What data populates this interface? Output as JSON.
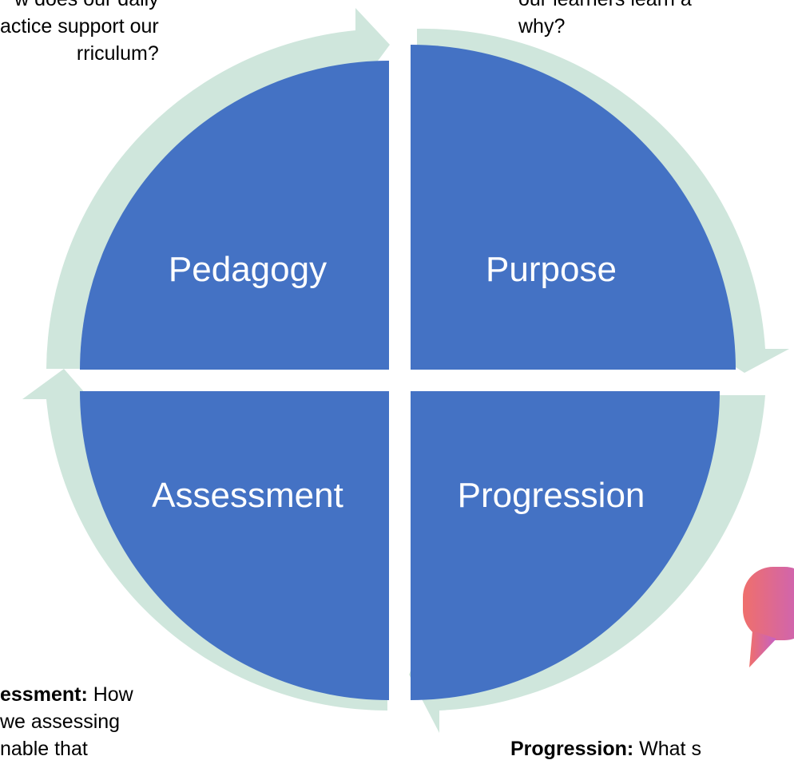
{
  "colors": {
    "quadrant_fill": "#4472C4",
    "cycle_arrow": "#CFE6DC",
    "quadrant_text": "#FFFFFF",
    "speech_icon_start": "#EF6F6C",
    "speech_icon_end": "#C561C5"
  },
  "quadrants": [
    {
      "key": "pedagogy",
      "label": "Pedagogy"
    },
    {
      "key": "purpose",
      "label": "Purpose"
    },
    {
      "key": "assessment",
      "label": "Assessment"
    },
    {
      "key": "progression",
      "label": "Progression"
    }
  ],
  "notes": {
    "pedagogy": {
      "lines": [
        "w does our daily",
        "actice support our",
        "rriculum?"
      ]
    },
    "purpose": {
      "lines": [
        "our learners learn a",
        "why?"
      ]
    },
    "assessment": {
      "term": "essment:",
      "lines": [
        " How",
        "we assessing",
        "nable that"
      ]
    },
    "progression": {
      "term": "Progression:",
      "line": " What s"
    }
  },
  "icons": {
    "speech": "speech-bubble-icon"
  }
}
